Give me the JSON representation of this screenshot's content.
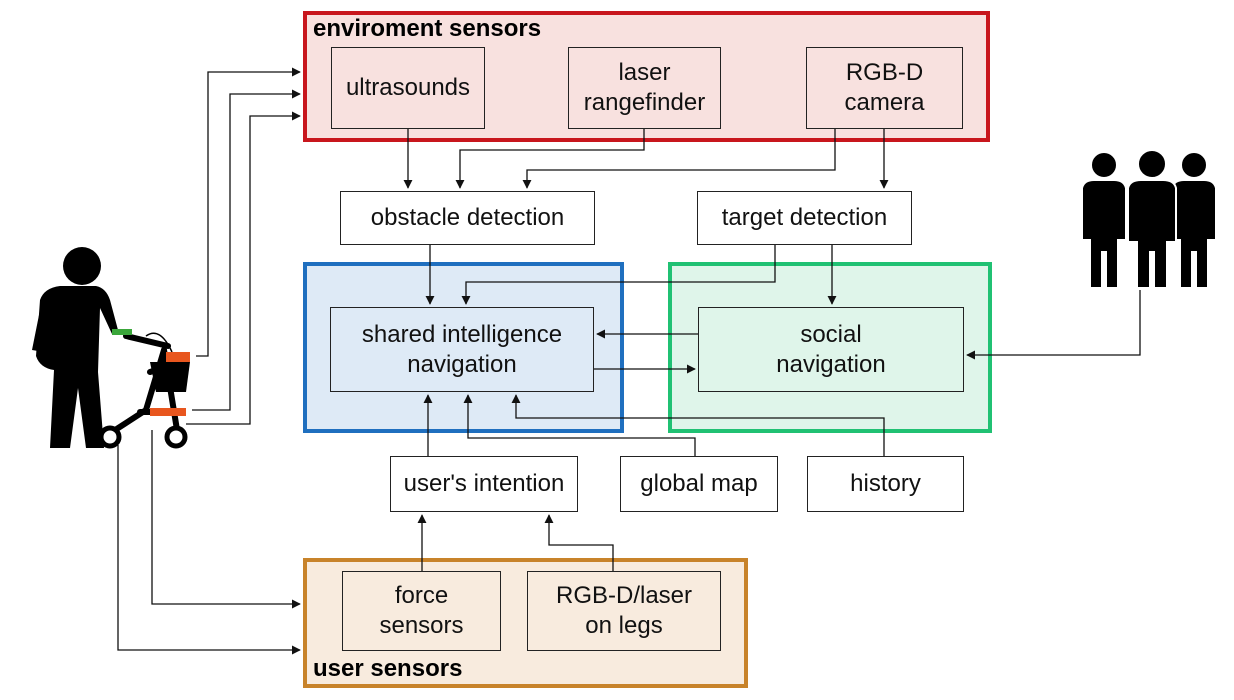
{
  "groups": {
    "environment_sensors": {
      "title": "enviroment sensors",
      "border_color": "#c8161d",
      "fill_color": "#f8e1df"
    },
    "user_sensors": {
      "title": "user sensors",
      "border_color": "#c8832a",
      "fill_color": "#f8ebde"
    },
    "shared_navigation": {
      "border_color": "#1f6fbf",
      "fill_color": "#deeaf6"
    },
    "social_navigation": {
      "border_color": "#20c173",
      "fill_color": "#dff5ea"
    }
  },
  "nodes": {
    "ultrasounds": "ultrasounds",
    "laser_rangefinder": "laser\nrangefinder",
    "rgbd_camera": "RGB-D\ncamera",
    "obstacle_detection": "obstacle detection",
    "target_detection": "target detection",
    "shared_intelligence_navigation": "shared intelligence\nnavigation",
    "social_navigation": "social\nnavigation",
    "users_intention": "user's intention",
    "global_map": "global map",
    "history": "history",
    "force_sensors": "force\nsensors",
    "rgbd_laser_on_legs": "RGB-D/laser\non legs"
  },
  "icons": {
    "user": "person-with-rollator-icon",
    "crowd": "group-of-people-icon"
  },
  "colors": {
    "walker_green": "#3aa63a",
    "walker_orange": "#e8561e",
    "line": "#111111"
  }
}
